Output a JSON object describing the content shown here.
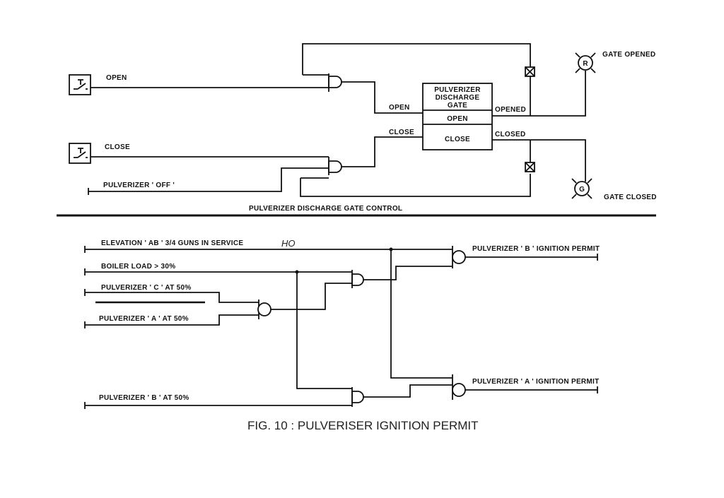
{
  "labels": {
    "open_pb": "OPEN",
    "close_pb": "CLOSE",
    "pulv_off": "PULVERIZER ' OFF '",
    "wire_open": "OPEN",
    "wire_close": "CLOSE",
    "box_title_1": "PULVERIZER",
    "box_title_2": "DISCHARGE",
    "box_title_3": "GATE",
    "box_open": "OPEN",
    "box_close": "CLOSE",
    "opened": "OPENED",
    "closed": "CLOSED",
    "gate_opened": "GATE OPENED",
    "gate_closed": "GATE CLOSED",
    "lamp_r": "R",
    "lamp_g": "G",
    "section_1": "PULVERIZER DISCHARGE GATE CONTROL",
    "elevation": "ELEVATION ' AB ' 3/4 GUNS IN SERVICE",
    "handnote": "HO",
    "boiler_load": "BOILER LOAD > 30%",
    "pulv_c": "PULVERIZER ' C ' AT 50%",
    "pulv_a": "PULVERIZER ' A ' AT 50%",
    "pulv_b": "PULVERIZER ' B ' AT 50%",
    "permit_b": "PULVERIZER ' B ' IGNITION PERMIT",
    "permit_a": "PULVERIZER ' A ' IGNITION PERMIT"
  },
  "caption": "FIG. 10 : PULVERISER IGNITION PERMIT"
}
